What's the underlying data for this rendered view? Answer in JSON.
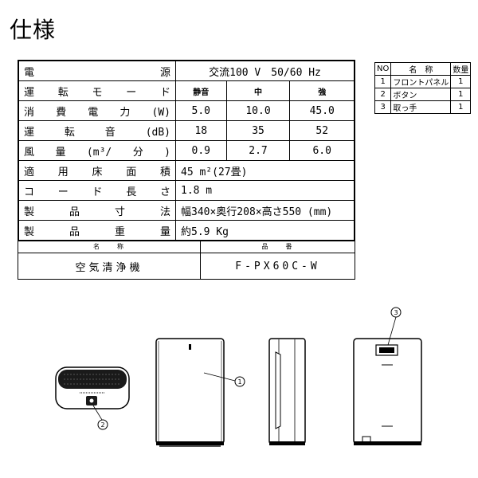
{
  "title": "仕様",
  "spec": {
    "rows": [
      {
        "label": "電源",
        "value": "交流100 V　50/60 Hz"
      },
      {
        "label": "運転モード",
        "modes": [
          "静音",
          "中",
          "強"
        ]
      },
      {
        "label": "消費電力(W)",
        "values": [
          "5.0",
          "10.0",
          "45.0"
        ]
      },
      {
        "label": "運転音(dB)",
        "values": [
          "18",
          "35",
          "52"
        ]
      },
      {
        "label": "風量(m³/分)",
        "values": [
          "0.9",
          "2.7",
          "6.0"
        ]
      },
      {
        "label": "適用床面積",
        "value": "45 m²(27畳)"
      },
      {
        "label": "コード長さ",
        "value": "1.8 m"
      },
      {
        "label": "製品寸法",
        "value": "幅340×奥行208×高さ550 (mm)"
      },
      {
        "label": "製品重量",
        "value": "約5.9 Kg"
      }
    ]
  },
  "name_table": {
    "headers": [
      "名　　称",
      "品　　番"
    ],
    "values": [
      "空気清浄機",
      "F-PX60C-W"
    ]
  },
  "parts_table": {
    "headers": [
      "NO",
      "名　称",
      "数量"
    ],
    "rows": [
      {
        "no": "1",
        "name": "フロントパネル",
        "qty": "1"
      },
      {
        "no": "2",
        "name": "ボタン",
        "qty": "1"
      },
      {
        "no": "3",
        "name": "取っ手",
        "qty": "1"
      }
    ]
  },
  "callouts": [
    "1",
    "2",
    "3"
  ]
}
